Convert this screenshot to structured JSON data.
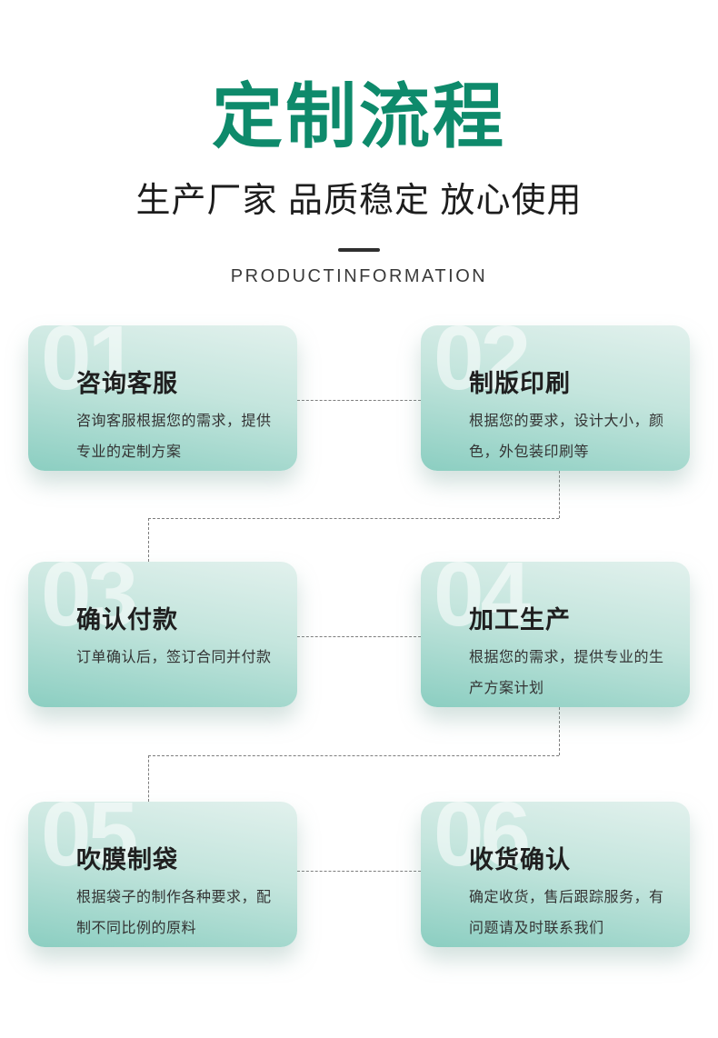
{
  "header": {
    "title": "定制流程",
    "subtitle": "生产厂家 品质稳定 放心使用",
    "caption": "PRODUCTINFORMATION"
  },
  "colors": {
    "accent_green": "#0e8a6b",
    "card_gradient_top": "#e2f1ed",
    "card_gradient_bottom": "#8bcec1",
    "connector_gray": "#7d7d7d",
    "text_dark": "#1f1f1f"
  },
  "steps": [
    {
      "number": "01",
      "title": "咨询客服",
      "desc": "咨询客服根据您的需求，提供专业的定制方案"
    },
    {
      "number": "02",
      "title": "制版印刷",
      "desc": "根据您的要求，设计大小，颜色，外包装印刷等"
    },
    {
      "number": "03",
      "title": "确认付款",
      "desc": "订单确认后，签订合同并付款"
    },
    {
      "number": "04",
      "title": "加工生产",
      "desc": "根据您的需求，提供专业的生产方案计划"
    },
    {
      "number": "05",
      "title": "吹膜制袋",
      "desc": "根据袋子的制作各种要求，配制不同比例的原料"
    },
    {
      "number": "06",
      "title": "收货确认",
      "desc": "确定收货，售后跟踪服务，有问题请及时联系我们"
    }
  ]
}
